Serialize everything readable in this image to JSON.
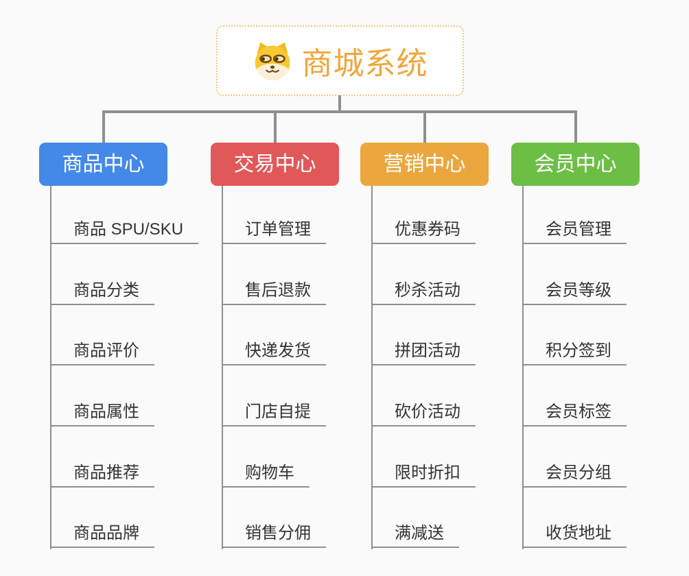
{
  "root": {
    "title": "商城系统",
    "icon": "doge-icon",
    "title_color": "#F0A63C",
    "border_color": "#F6C77D"
  },
  "colors": {
    "background": "#FAFAFA",
    "connector": "#8F8F8F",
    "underline": "#8E8E8E",
    "item_text": "#333333"
  },
  "columns": [
    {
      "id": "product-center",
      "label": "商品中心",
      "color": "#4589E8",
      "items": [
        "商品 SPU/SKU",
        "商品分类",
        "商品评价",
        "商品属性",
        "商品推荐",
        "商品品牌"
      ]
    },
    {
      "id": "trade-center",
      "label": "交易中心",
      "color": "#E15859",
      "items": [
        "订单管理",
        "售后退款",
        "快递发货",
        "门店自提",
        "购物车",
        "销售分佣"
      ]
    },
    {
      "id": "marketing-center",
      "label": "营销中心",
      "color": "#EBA73E",
      "items": [
        "优惠券码",
        "秒杀活动",
        "拼团活动",
        "砍价活动",
        "限时折扣",
        "满减送"
      ]
    },
    {
      "id": "member-center",
      "label": "会员中心",
      "color": "#6DBE45",
      "items": [
        "会员管理",
        "会员等级",
        "积分签到",
        "会员标签",
        "会员分组",
        "收货地址"
      ]
    }
  ]
}
